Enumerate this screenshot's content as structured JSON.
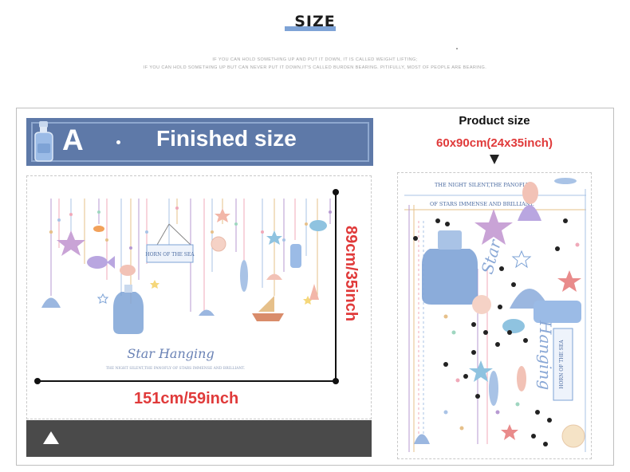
{
  "header": {
    "title": "SIZE",
    "caption_line1": "IF YOU CAN HOLD SOMETHING UP AND PUT IT DOWN, IT IS CALLED WEIGHT LIFTING;",
    "caption_line2": "IF YOU CAN HOLD SOMETHING UP BUT CAN NEVER PUT IT DOWN,IT'S CALLED BURDEN BEARING. PITIFULLY, MOST OF PEOPLE ARE BEARING."
  },
  "banner": {
    "letter": "A",
    "title": "Finished size"
  },
  "finished": {
    "width_label": "151cm/59inch",
    "height_label": "89cm/35inch",
    "art_title": "Star Hanging",
    "art_subtitle": "THE NIGHT SILENT,THE PANOFLY OF STARS IMMENSE AND BRILLIANT.",
    "sign_text": "HORN OF THE SEA"
  },
  "product": {
    "title": "Product size",
    "size_label": "60x90cm(24x35inch)",
    "sheet_line1": "THE NIGHT SILENT,THE PANOFLY",
    "sheet_line2": "OF STARS IMMENSE AND BRILLIANT.",
    "sheet_word1": "Star",
    "sheet_word2": "Hanging",
    "sheet_sign": "HORN OF THE SEA"
  },
  "colors": {
    "accent_blue": "#5e79a8",
    "dimension_red": "#e03a3a",
    "dark_bar": "#4a4a4a"
  }
}
